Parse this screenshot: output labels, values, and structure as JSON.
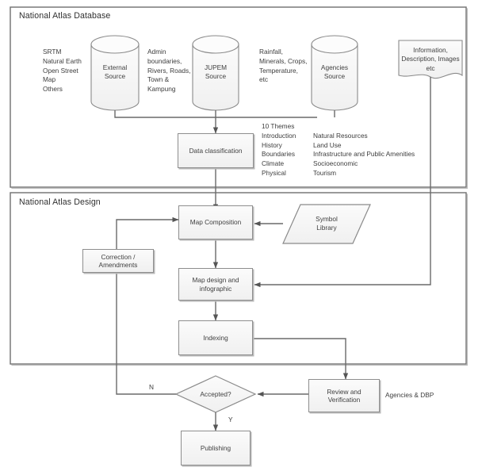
{
  "diagram": {
    "title_visible": false,
    "frames": [
      {
        "name": "national-atlas-database",
        "label": "National Atlas Database"
      },
      {
        "name": "national-atlas-design",
        "label": "National Atlas Design"
      }
    ],
    "sources": [
      {
        "name": "external-source",
        "label": "External\nSource",
        "note": "SRTM\nNatural Earth\nOpen Street\nMap\nOthers"
      },
      {
        "name": "jupem-source",
        "label": "JUPEM\nSource",
        "note": "Admin\nboundaries,\nRivers, Roads,\nTown &\nKampung"
      },
      {
        "name": "agencies-source",
        "label": "Agencies\nSource",
        "note": "Rainfall,\nMinerals, Crops,\nTemperature,\netc"
      }
    ],
    "document_node": {
      "name": "information-document",
      "label": "Information,\nDescription, Images\netc"
    },
    "processes": [
      {
        "name": "data-classification",
        "label": "Data classification"
      },
      {
        "name": "map-composition",
        "label": "Map Composition"
      },
      {
        "name": "map-design-infographic",
        "label": "Map design and\ninfographic"
      },
      {
        "name": "indexing",
        "label": "Indexing"
      },
      {
        "name": "correction-amendments",
        "label": "Correction /\nAmendments"
      },
      {
        "name": "review-verification",
        "label": "Review and\nVerification"
      },
      {
        "name": "publishing",
        "label": "Publishing"
      }
    ],
    "symbol_library": {
      "name": "symbol-library",
      "label": "Symbol\nLibrary"
    },
    "decision": {
      "name": "accepted-decision",
      "label": "Accepted?"
    },
    "themes": {
      "heading": "10 Themes",
      "column_left": [
        "Introduction",
        "History",
        "Boundaries",
        "Climate",
        "Physical"
      ],
      "column_right": [
        "Natural Resources",
        "Land Use",
        "Infrastructure and Public Amenities",
        "Socioeconomic",
        "Tourism"
      ]
    },
    "annotations": [
      {
        "name": "agencies-dbp-note",
        "label": "Agencies & DBP"
      }
    ],
    "edge_labels": [
      {
        "name": "edge-label-no",
        "label": "N"
      },
      {
        "name": "edge-label-yes",
        "label": "Y"
      }
    ],
    "colors": {
      "node_fill_top": "#fbfbfb",
      "node_fill_bottom": "#f0f0f0",
      "node_stroke": "#8e8e8e",
      "shadow": "#b9b9b9",
      "frame_stroke": "#6e6e6e",
      "connector": "#6a6a6a",
      "text": "#404040"
    }
  }
}
